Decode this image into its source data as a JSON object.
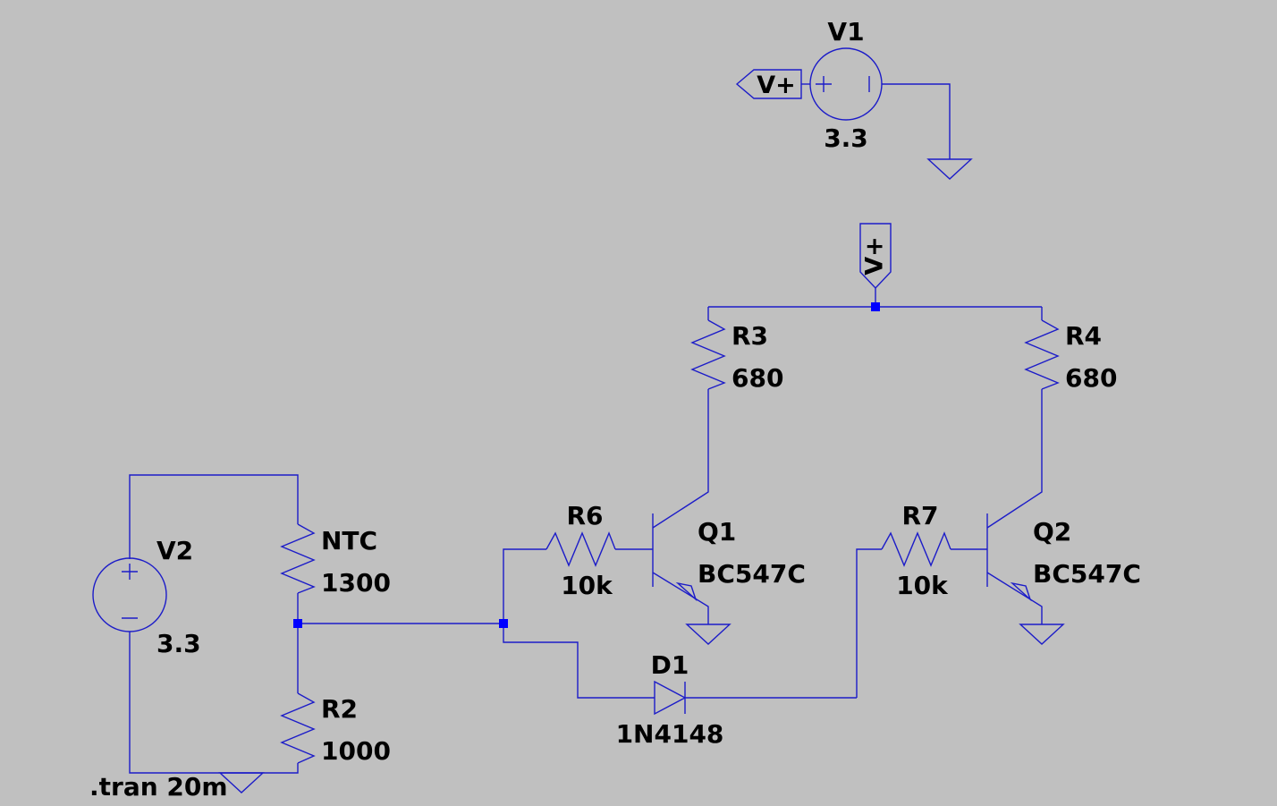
{
  "colors": {
    "background": "#c0c0c0",
    "wire": "#1c1cc8",
    "junction": "#0000ff",
    "text": "#000000"
  },
  "components": {
    "v1": {
      "name": "V1",
      "value": "3.3"
    },
    "v2": {
      "name": "V2",
      "value": "3.3"
    },
    "r3": {
      "name": "R3",
      "value": "680"
    },
    "r4": {
      "name": "R4",
      "value": "680"
    },
    "ntc": {
      "name": "NTC",
      "value": "1300"
    },
    "r2": {
      "name": "R2",
      "value": "1000"
    },
    "r6": {
      "name": "R6",
      "value": "10k"
    },
    "r7": {
      "name": "R7",
      "value": "10k"
    },
    "q1": {
      "name": "Q1",
      "value": "BC547C"
    },
    "q2": {
      "name": "Q2",
      "value": "BC547C"
    },
    "d1": {
      "name": "D1",
      "value": "1N4148"
    }
  },
  "net_flags": {
    "vplus_left": "V+",
    "vplus_top": "V+"
  },
  "directive": ".tran 20m"
}
